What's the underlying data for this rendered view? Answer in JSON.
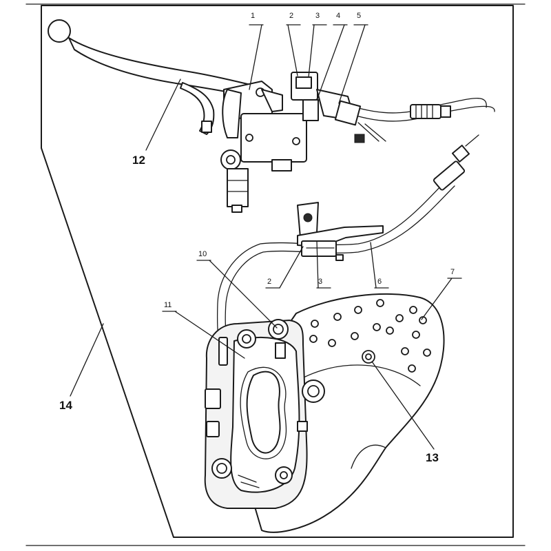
{
  "callouts": [
    {
      "id": "c1",
      "text": "1"
    },
    {
      "id": "c2",
      "text": "2"
    },
    {
      "id": "c3",
      "text": "3"
    },
    {
      "id": "c4",
      "text": "4"
    },
    {
      "id": "c5",
      "text": "5"
    },
    {
      "id": "c6",
      "text": "6"
    },
    {
      "id": "c7",
      "text": "7"
    },
    {
      "id": "c2b",
      "text": "2"
    },
    {
      "id": "c3b",
      "text": "3"
    },
    {
      "id": "c10",
      "text": "10"
    },
    {
      "id": "c11",
      "text": "11"
    },
    {
      "id": "c12",
      "text": "12"
    },
    {
      "id": "c13",
      "text": "13"
    },
    {
      "id": "c14",
      "text": "14"
    }
  ]
}
